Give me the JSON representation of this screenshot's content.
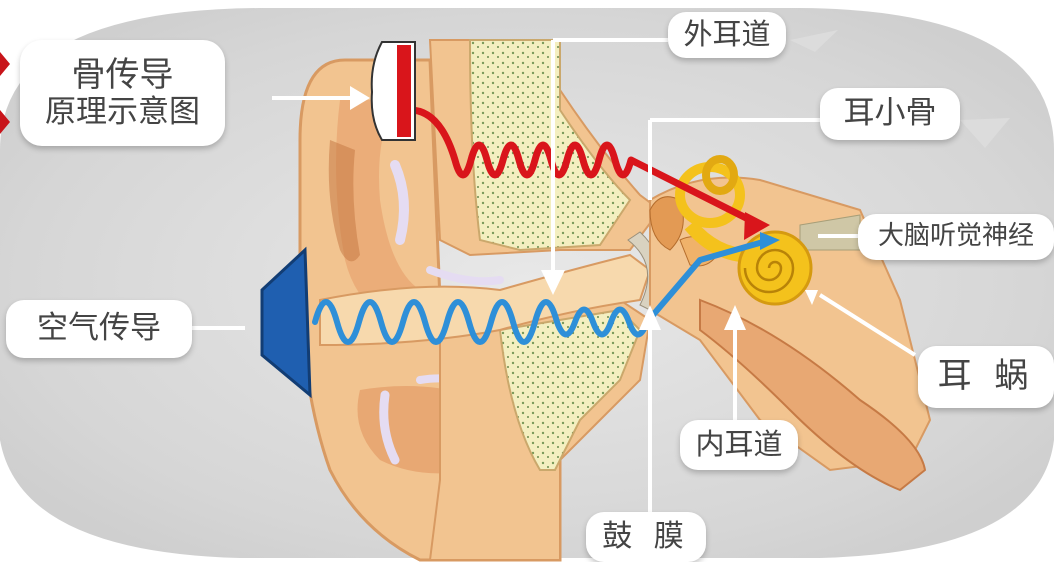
{
  "title": {
    "line1": "骨传导",
    "line2": "原理示意图"
  },
  "labels": {
    "outer_canal": "外耳道",
    "ossicles": "耳小骨",
    "auditory_nerve": "大脑听觉神经",
    "air_conduction": "空气传导",
    "cochlea": "耳 蜗",
    "inner_canal": "内耳道",
    "eardrum": "鼓 膜"
  },
  "colors": {
    "bone_wave": "#d9151b",
    "air_wave": "#2e8fd8",
    "speaker": "#1f5fb0",
    "cochlea": "#f4c21c",
    "skin": "#f2c490",
    "skin_dark": "#e1a06a",
    "bone": "#f6efbf",
    "accent_red": "#c8141a",
    "label_text": "#444444"
  }
}
